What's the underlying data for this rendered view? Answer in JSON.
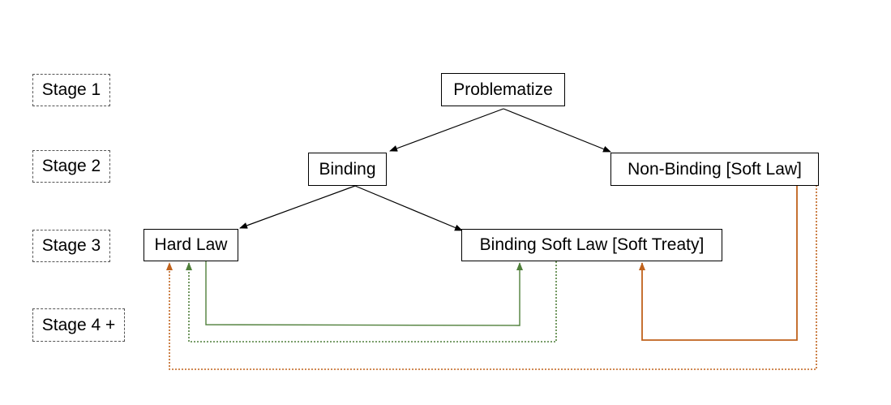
{
  "stages": [
    "Stage 1",
    "Stage 2",
    "Stage 3",
    "Stage 4 +"
  ],
  "nodes": {
    "problematize": "Problematize",
    "binding": "Binding",
    "non_binding": "Non-Binding [Soft Law]",
    "hard_law": "Hard Law",
    "binding_soft_law": "Binding Soft Law [Soft Treaty]"
  },
  "colors": {
    "tree_edge": "#000000",
    "green": "#4f7f3a",
    "orange": "#c0621c"
  },
  "edges": [
    {
      "from": "Problematize",
      "to": "Binding",
      "style": "solid",
      "color": "black"
    },
    {
      "from": "Problematize",
      "to": "Non-Binding [Soft Law]",
      "style": "solid",
      "color": "black"
    },
    {
      "from": "Binding",
      "to": "Hard Law",
      "style": "solid",
      "color": "black"
    },
    {
      "from": "Binding",
      "to": "Binding Soft Law [Soft Treaty]",
      "style": "solid",
      "color": "black"
    },
    {
      "from": "Hard Law",
      "to": "Binding Soft Law [Soft Treaty]",
      "style": "solid",
      "color": "green"
    },
    {
      "from": "Binding Soft Law [Soft Treaty]",
      "to": "Hard Law",
      "style": "dotted",
      "color": "green"
    },
    {
      "from": "Non-Binding [Soft Law]",
      "to": "Binding Soft Law [Soft Treaty]",
      "style": "solid",
      "color": "orange"
    },
    {
      "from": "Non-Binding [Soft Law]",
      "to": "Hard Law",
      "style": "dotted",
      "color": "orange"
    }
  ]
}
